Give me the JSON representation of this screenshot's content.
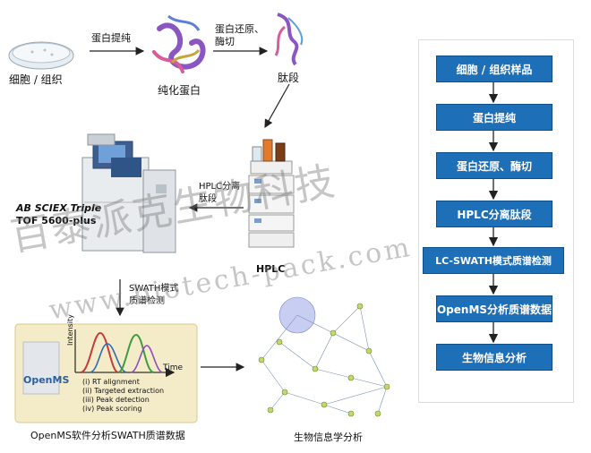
{
  "steps": {
    "cell_tissue": "细胞 / 组织",
    "protein_extraction": "蛋白提纯",
    "purified_protein": "纯化蛋白",
    "reduction_digestion": "蛋白还原、\n酶切",
    "peptide": "肽段",
    "hplc_separation": "HPLC分离\n肽段",
    "instrument_line1": "AB SCIEX Triple",
    "instrument_line2": "TOF 5600-plus",
    "hplc": "HPLC",
    "swath": "SWATH模式\n质谱检测",
    "openms_caption": "OpenMS软件分析SWATH质谱数据",
    "bioinfo_caption": "生物信息学分析"
  },
  "openms_panel": {
    "logo": "OpenMS",
    "axis_y": "Intensity",
    "axis_x": "Time",
    "items": [
      "(i)   RT alignment",
      "(ii)  Targeted extraction",
      "(iii) Peak detection",
      "(iv)  Peak scoring"
    ]
  },
  "flowchart": [
    "细胞 / 组织样品",
    "蛋白提纯",
    "蛋白还原、酶切",
    "HPLC分离肽段",
    "LC-SWATH模式质谱检测",
    "OpenMS分析质谱数据",
    "生物信息分析"
  ],
  "watermark": {
    "line1": "百泰派克生物科技",
    "line2": "www.biotech-pack.com"
  },
  "colors": {
    "flow_box": "#1d6fb8",
    "arrow": "#222222",
    "openms_panel_bg": "#f4ecc8"
  }
}
